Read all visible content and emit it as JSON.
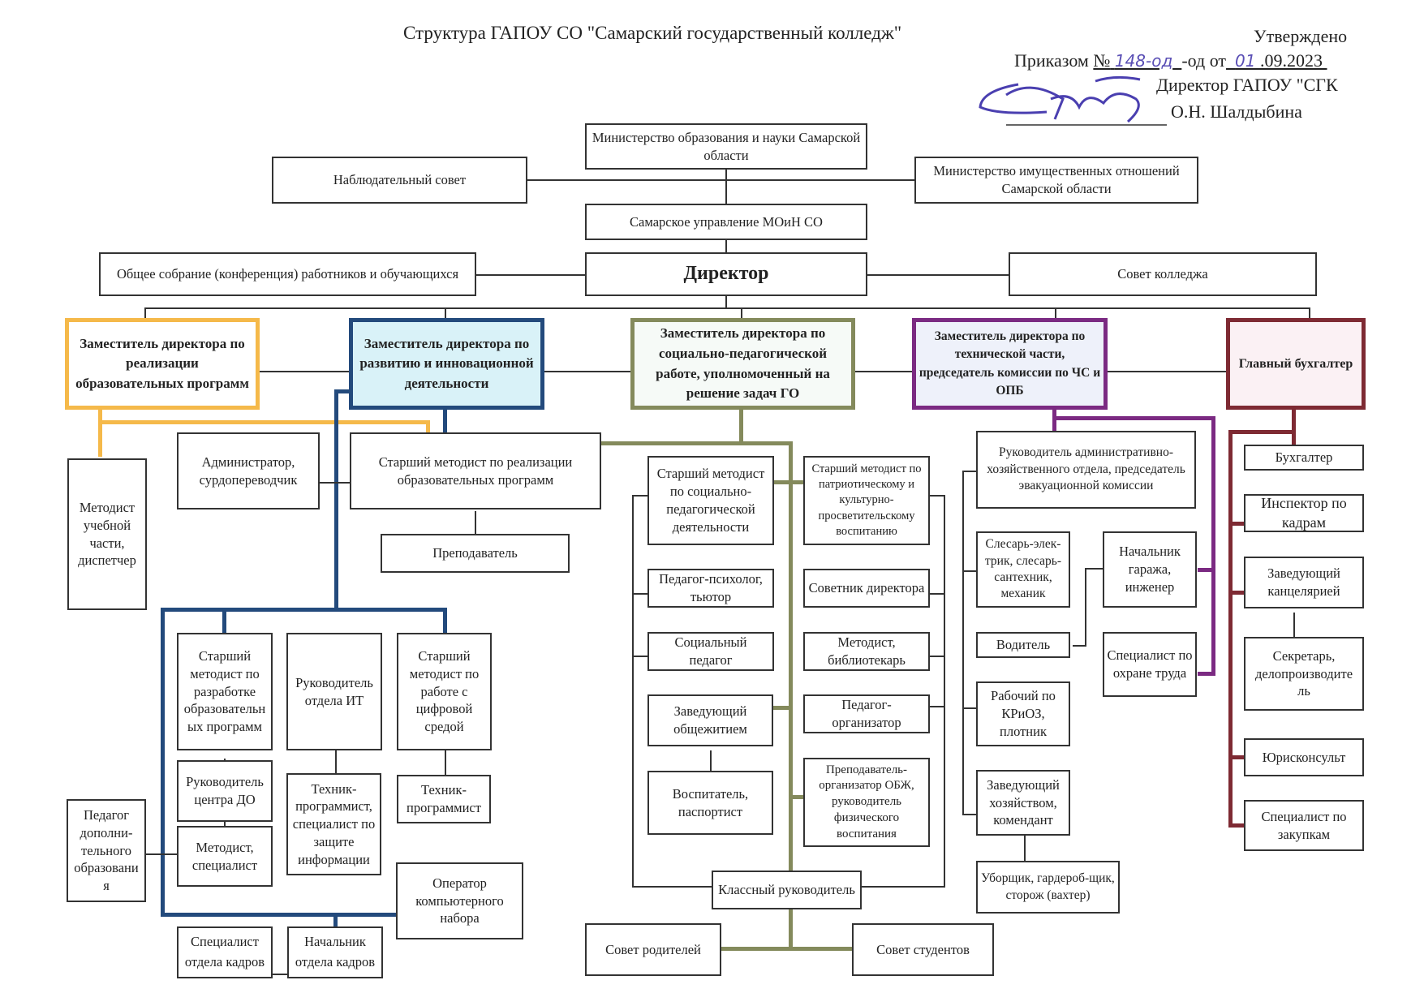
{
  "header": {
    "title": "Структура ГАПОУ СО \"Самарский государственный колледж\"",
    "approved": "Утверждено",
    "order_prefix": "Приказом",
    "order_no_sign": "№",
    "order_number": "148-од",
    "order_suffix": "-од от",
    "order_day": "01",
    "order_date_rest": ".09.2023",
    "director_title": "Директор ГАПОУ \"СГК",
    "director_name": "О.Н. Шалдыбина"
  },
  "colors": {
    "orange": "#f5b94a",
    "navy": "#234a7c",
    "olive": "#848a5c",
    "purple": "#7b2a82",
    "maroon": "#7e2a33",
    "line": "#333333"
  },
  "top": {
    "ministry_edu": "Министерство образования и науки Самарской области",
    "supervisory": "Наблюдательный совет",
    "ministry_property": "Министерство имущественных отношений Самарской области",
    "samara_dept": "Самарское управление МОиН СО",
    "general_meeting": "Общее собрание (конференция) работников и обучающихся",
    "director": "Директор",
    "college_council": "Совет колледжа"
  },
  "deputies": {
    "edu_programs": "Заместитель директора по реализации образовательных программ",
    "development": "Заместитель директора по развитию и инновационной деятельности",
    "social": "Заместитель директора по социально-педагогической работе, уполномоченный на решение задач ГО",
    "technical": "Заместитель директора по технической части, председатель комиссии по ЧС и ОПБ",
    "chief_accountant": "Главный бухгалтер"
  },
  "edu_branch": {
    "methodist_dispatcher": "Методист учебной части, диспетчер",
    "administrator": "Администратор, сурдопереводчик",
    "senior_methodist_programs": "Старший методист по реализации образовательных программ",
    "teacher": "Преподаватель"
  },
  "dev_branch": {
    "senior_methodist_dev": "Старший методист по разработке образовательн ых программ",
    "head_it": "Руководитель отдела ИТ",
    "senior_methodist_digital": "Старший методист по работе с цифровой средой",
    "head_do_center": "Руководитель центра ДО",
    "tech_programmer_security": "Техник-программист, специалист по защите информации",
    "tech_programmer": "Техник-программист",
    "methodist_specialist": "Методист, специалист",
    "additional_ed_teacher": "Педагог дополни-тельного образовани я",
    "typing_operator": "Оператор компьютерного набора",
    "hr_specialist": "Специалист отдела кадров",
    "hr_head": "Начальник отдела кадров"
  },
  "social_branch": {
    "senior_methodist_social": "Старший методист по социально-педагогической деятельности",
    "senior_methodist_patriotic": "Старший методист по патриотическому и культурно-просветительскому воспитанию",
    "psychologist": "Педагог-психолог, тьютор",
    "director_advisor": "Советник директора",
    "social_teacher": "Социальный педагог",
    "methodist_librarian": "Методист, библиотекарь",
    "dorm_head": "Заведующий общежитием",
    "organizer": "Педагог-организатор",
    "educator_passport": "Воспитатель, паспортист",
    "obzh_teacher": "Преподаватель-организатор ОБЖ, руководитель физического воспитания",
    "class_teacher": "Классный руководитель",
    "parents_council": "Совет родителей",
    "students_council": "Совет студентов"
  },
  "tech_branch": {
    "admin_head": "Руководитель административно-хозяйственного отдела, председатель эвакуационной комиссии",
    "electrician": "Слесарь-элек-трик, слесарь-сантехник, механик",
    "garage_head": "Начальник гаража, инженер",
    "driver": "Водитель",
    "labor_safety": "Специалист по охране труда",
    "repair_worker": "Рабочий по КРиОЗ, плотник",
    "household_head": "Заведующий хозяйством, комендант",
    "cleaner": "Уборщик, гардероб-щик, сторож (вахтер)"
  },
  "acct_branch": {
    "accountant": "Бухгалтер",
    "hr_inspector": "Инспектор по кадрам",
    "office_head": "Заведующий канцелярией",
    "secretary": "Секретарь, делопроизводите ль",
    "lawyer": "Юрисконсульт",
    "procurement": "Специалист по закупкам"
  }
}
